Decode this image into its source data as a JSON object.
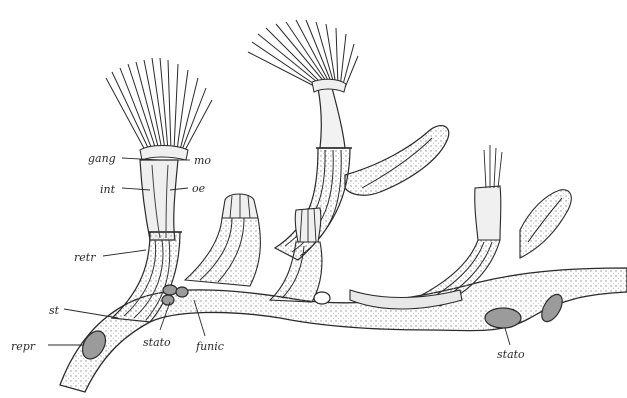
{
  "labels": {
    "gang": "gang",
    "mo": "mo",
    "int": "int",
    "oe": "oe",
    "retr": "retr",
    "st": "st",
    "repr": "repr",
    "stato_left": "stato",
    "funic": "funic",
    "stato_right": "stato"
  },
  "colors": {
    "ink": "#2a2a2a",
    "shade": "#8a8a8a",
    "stipple": "#b9b9b9",
    "paper": "#ffffff"
  }
}
